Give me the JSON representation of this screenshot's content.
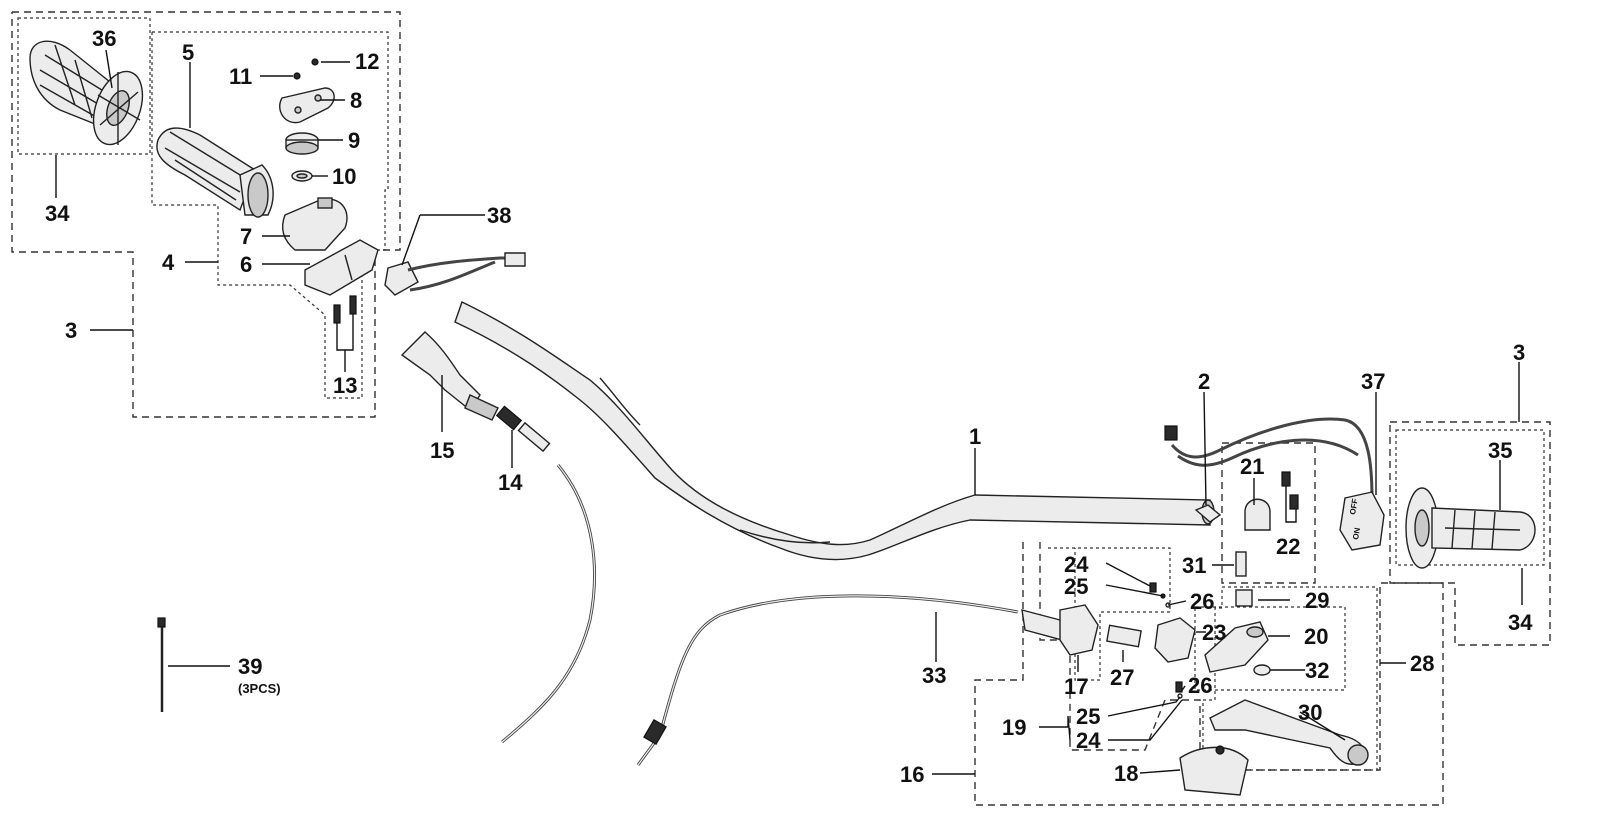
{
  "callouts": {
    "c1": "1",
    "c2": "2",
    "c3_left": "3",
    "c3_right": "3",
    "c4": "4",
    "c5": "5",
    "c6": "6",
    "c7": "7",
    "c8": "8",
    "c9": "9",
    "c10": "10",
    "c11": "11",
    "c12": "12",
    "c13": "13",
    "c14": "14",
    "c15": "15",
    "c16": "16",
    "c17": "17",
    "c18": "18",
    "c19": "19",
    "c20": "20",
    "c21": "21",
    "c22": "22",
    "c23": "23",
    "c24_a": "24",
    "c24_b": "24",
    "c25_a": "25",
    "c25_b": "25",
    "c26_a": "26",
    "c26_b": "26",
    "c27": "27",
    "c28": "28",
    "c29": "29",
    "c30": "30",
    "c31": "31",
    "c32": "32",
    "c33": "33",
    "c34_left": "34",
    "c34_right": "34",
    "c35": "35",
    "c36": "36",
    "c37": "37",
    "c38": "38",
    "c39": "39"
  },
  "notes": {
    "qty_39": "(3PCS)"
  },
  "switch_text": {
    "top": "OFF",
    "bottom": "ON"
  }
}
